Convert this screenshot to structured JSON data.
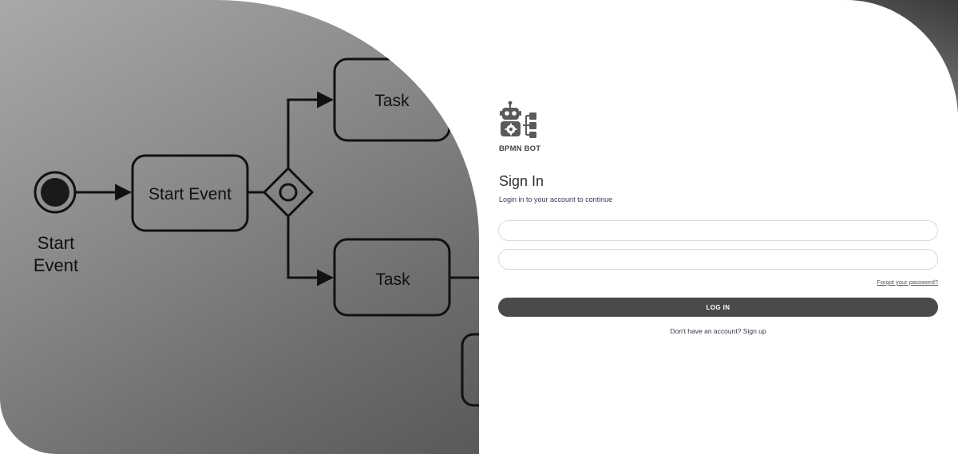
{
  "brand": {
    "name": "BPMN BOT"
  },
  "signin": {
    "title": "Sign In",
    "subtitle": "Login in to your account to continue",
    "username_placeholder": "",
    "password_placeholder": "",
    "forgot_label": "Forgot your password?",
    "login_label": "LOG IN",
    "no_account_text": "Don't have an account?",
    "signup_label": "Sign up"
  },
  "diagram": {
    "start_event_label_line1": "Start",
    "start_event_label_line2": "Event",
    "task_start_event": "Start Event",
    "task_top": "Task",
    "task_bottom": "Task"
  },
  "colors": {
    "button": "#4a4a4a",
    "panel_light": "#a9a9a9",
    "panel_dark": "#595959"
  },
  "icons": [
    "robot-icon",
    "gear-icon",
    "flowchart-icon"
  ]
}
